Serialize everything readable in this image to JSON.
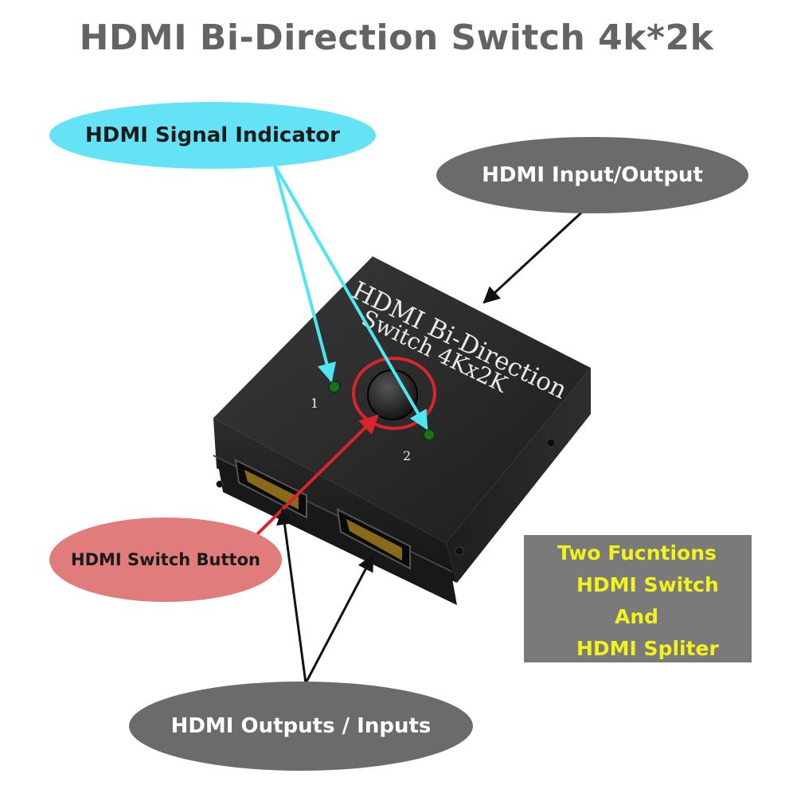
{
  "title": "HDMI Bi-Direction Switch 4k*2k",
  "callouts": {
    "signal_indicator": "HDMI Signal Indicator",
    "input_output": "HDMI Input/Output",
    "switch_button": "HDMI Switch Button",
    "outputs_inputs": "HDMI Outputs / Inputs"
  },
  "functions_box": {
    "lines": [
      "Two Fucntions",
      "HDMI Switch",
      "And",
      "HDMI Spliter"
    ]
  },
  "device": {
    "label_line1": "HDMI Bi-Direction",
    "label_line2": "Switch 4Kx2K",
    "led_1_label": "1",
    "led_2_label": "2"
  },
  "colors": {
    "signal_bubble": "#63e3f5",
    "io_bubble": "#6b6b6b",
    "switch_bubble": "#e07c7c",
    "functions_text": "#f2f21c",
    "indicator_arrow": "#4ee6f2",
    "button_arrow": "#d8252a"
  }
}
